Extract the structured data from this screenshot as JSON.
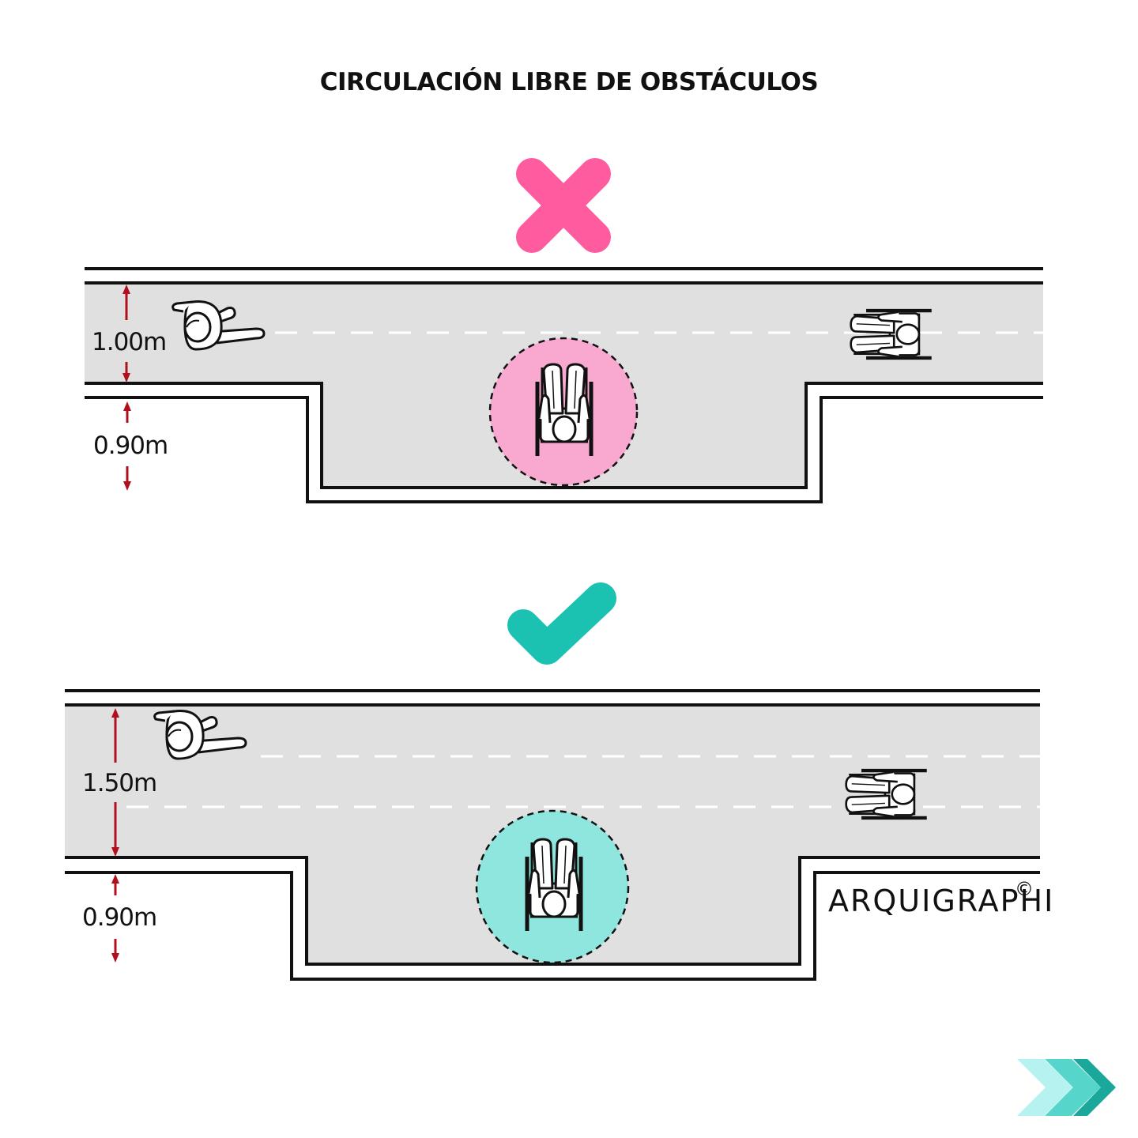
{
  "title": "CIRCULACIÓN LIBRE DE OBSTÁCULOS",
  "colors": {
    "wrong": "#ff5b9f",
    "wrong_fill": "#f9a8cf",
    "right": "#1bc2b1",
    "right_fill": "#8ee6de",
    "floor": "#e0e0e0",
    "dimension": "#b0101d",
    "chevron_light": "#b6f2ef",
    "chevron_mid": "#56d6cb",
    "chevron_dark": "#1ba89a"
  },
  "panels": [
    {
      "status": "incorrect",
      "status_icon": "cross-icon",
      "corridor_width_label": "1.00m",
      "recess_depth_label": "0.90m"
    },
    {
      "status": "correct",
      "status_icon": "check-icon",
      "corridor_width_label": "1.50m",
      "recess_depth_label": "0.90m"
    }
  ],
  "brand": {
    "name": "ARQUIGRAPHI",
    "symbol": "©"
  },
  "next_icon": "chevron-right-icon"
}
